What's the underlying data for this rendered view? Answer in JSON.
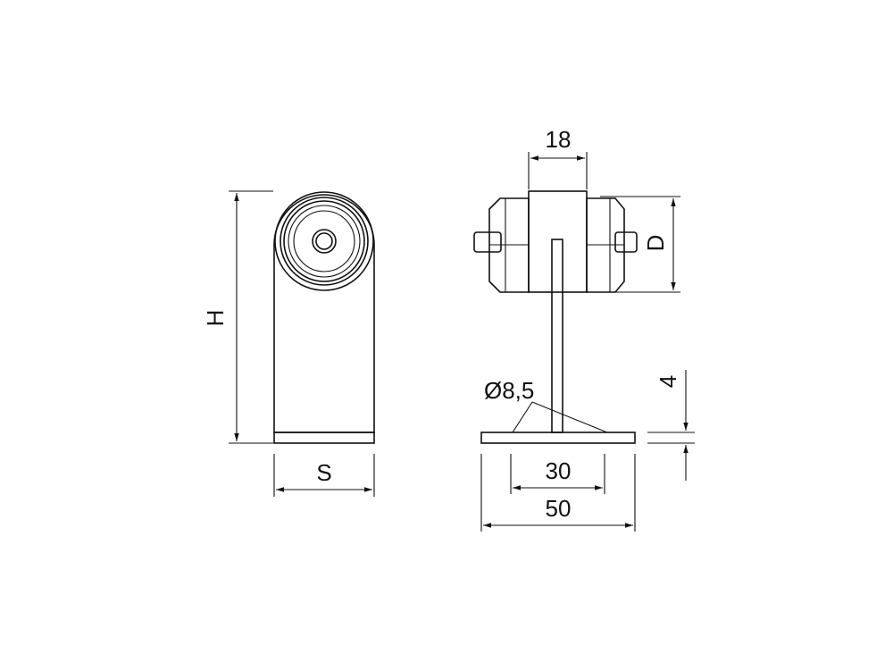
{
  "drawing": {
    "background": "#ffffff",
    "line_color": "#111111",
    "labels": {
      "height": "H",
      "width": "S",
      "top_width": "18",
      "depth": "D",
      "hole_diameter": "Ø8,5",
      "plate_thickness": "4",
      "hole_spacing": "30",
      "plate_width": "50"
    }
  }
}
